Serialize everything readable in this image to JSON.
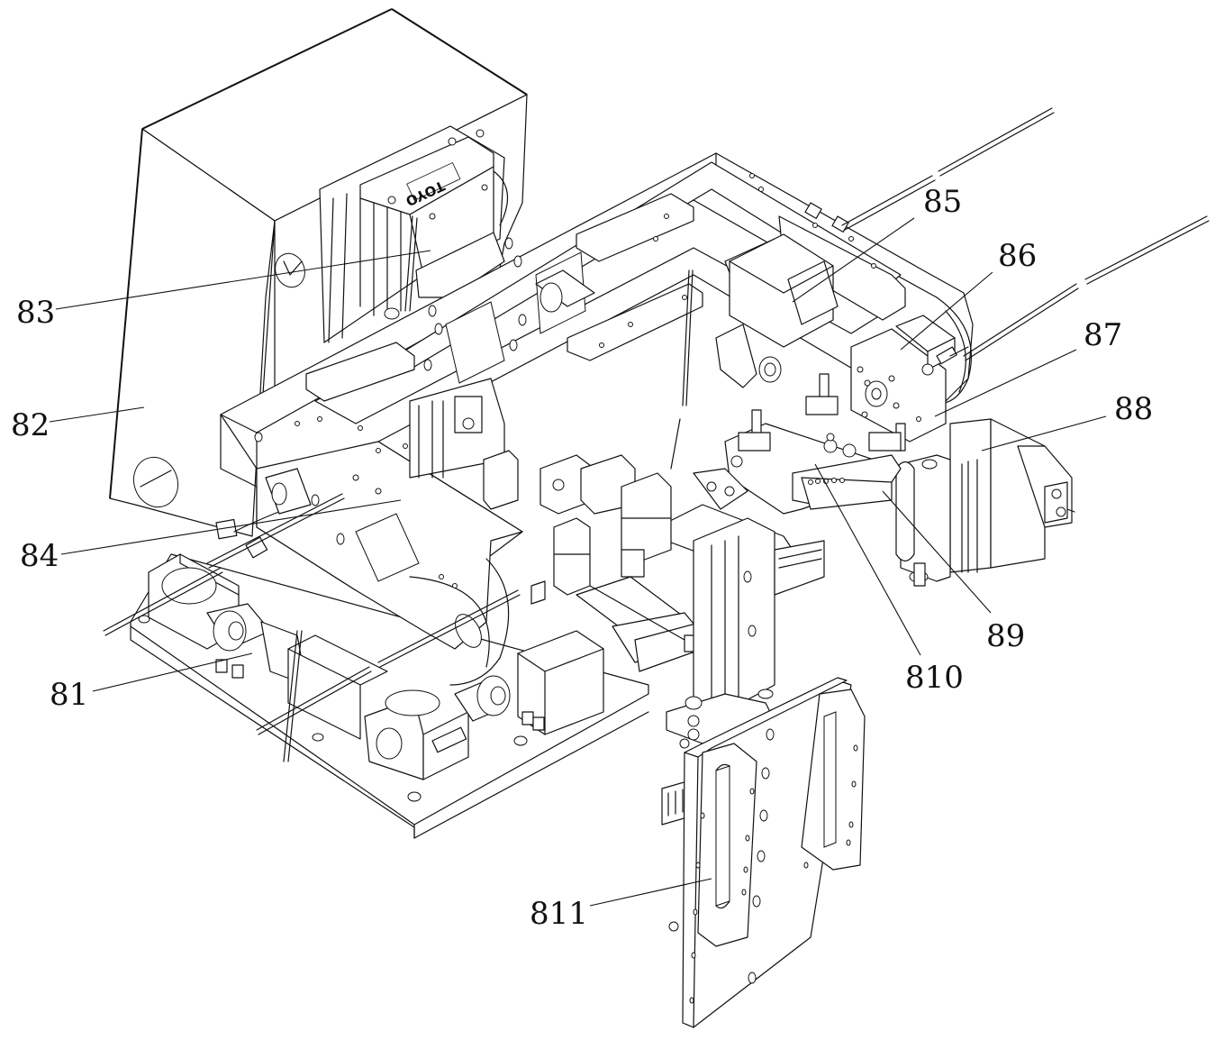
{
  "figure": {
    "type": "patent-style isometric line drawing",
    "subject": "automated assembly machine"
  },
  "labels": [
    {
      "id": "81",
      "text": "81"
    },
    {
      "id": "82",
      "text": "82"
    },
    {
      "id": "83",
      "text": "83"
    },
    {
      "id": "84",
      "text": "84"
    },
    {
      "id": "85",
      "text": "85"
    },
    {
      "id": "86",
      "text": "86"
    },
    {
      "id": "87",
      "text": "87"
    },
    {
      "id": "88",
      "text": "88"
    },
    {
      "id": "89",
      "text": "89"
    },
    {
      "id": "810",
      "text": "810"
    },
    {
      "id": "811",
      "text": "811"
    }
  ],
  "component_marking": "TOYO",
  "colors": {
    "line": "#111111",
    "background": "#ffffff"
  }
}
